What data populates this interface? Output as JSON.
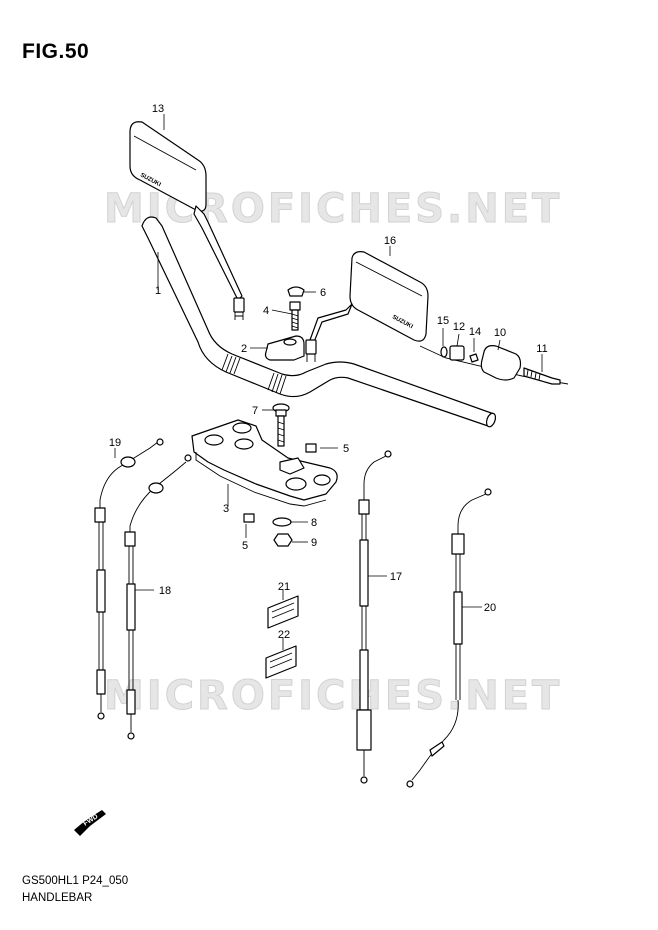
{
  "figure": {
    "title": "FIG.50",
    "code": "GS500HL1 P24_050",
    "name": "HANDLEBAR"
  },
  "watermark": {
    "text": "MICROFICHES.NET"
  },
  "brand_text": "SUZUKI",
  "fwd_label": "FWD",
  "callouts": [
    "1",
    "2",
    "3",
    "4",
    "5",
    "5",
    "6",
    "7",
    "8",
    "9",
    "10",
    "11",
    "12",
    "13",
    "14",
    "15",
    "16",
    "17",
    "18",
    "19",
    "20",
    "21",
    "22"
  ],
  "colors": {
    "line": "#000000",
    "watermark_fill": "#e6e6e6",
    "watermark_stroke": "#d2d2d2",
    "background": "#ffffff"
  }
}
